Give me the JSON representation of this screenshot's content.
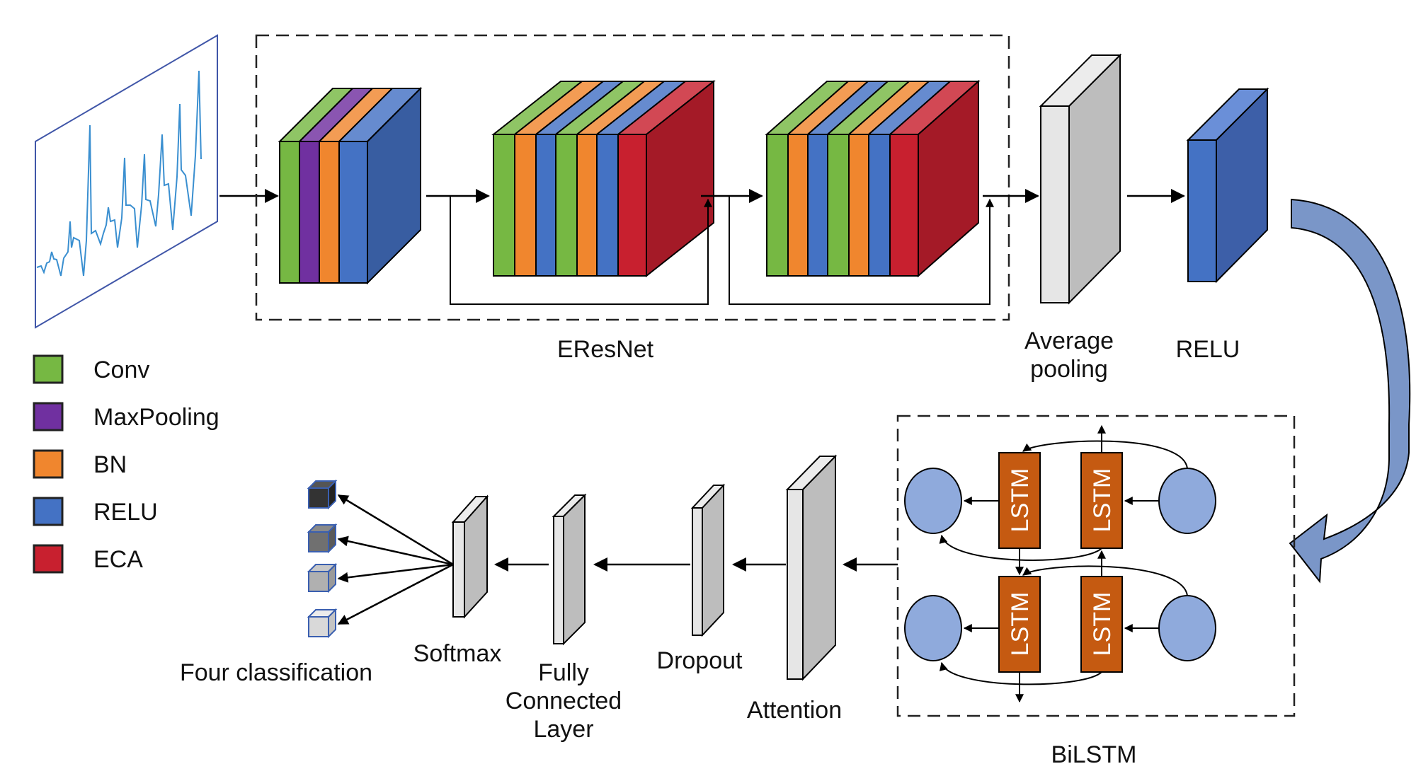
{
  "colors": {
    "conv": "#76b843",
    "maxpooling": "#7030a0",
    "bn": "#f0862e",
    "relu": "#4472c4",
    "eca": "#c8202f",
    "lstm": "#c55a11",
    "node": "#8faadc",
    "gray_front": "#e6e6e6",
    "gray_side": "#bdbdbd",
    "signal": "#3a8fd0",
    "frame": "#4056a8",
    "flow_arrow": "#7a96c8"
  },
  "legend": [
    {
      "key": "conv",
      "label": "Conv"
    },
    {
      "key": "maxpooling",
      "label": "MaxPooling"
    },
    {
      "key": "bn",
      "label": "BN"
    },
    {
      "key": "relu",
      "label": "RELU"
    },
    {
      "key": "eca",
      "label": "ECA"
    }
  ],
  "blocks": {
    "block1_layers": [
      "conv",
      "maxpooling",
      "bn",
      "relu"
    ],
    "block2_layers": [
      "conv",
      "bn",
      "relu",
      "conv",
      "bn",
      "relu",
      "eca"
    ],
    "block3_layers": [
      "conv",
      "bn",
      "relu",
      "conv",
      "bn",
      "relu",
      "eca"
    ]
  },
  "labels": {
    "eresnet": "EResNet",
    "avgpool_line1": "Average",
    "avgpool_line2": "pooling",
    "relu": "RELU",
    "bilstm": "BiLSTM",
    "lstm": "LSTM",
    "attention": "Attention",
    "dropout": "Dropout",
    "fc_line1": "Fully",
    "fc_line2": "Connected",
    "fc_line3": "Layer",
    "softmax": "Softmax",
    "four_class": "Four classification"
  },
  "output_classes": [
    {
      "front": "#333333",
      "top": "#555555",
      "side": "#222222"
    },
    {
      "front": "#707070",
      "top": "#8a8a8a",
      "side": "#5a5a5a"
    },
    {
      "front": "#b0b0b0",
      "top": "#c8c8c8",
      "side": "#9a9a9a"
    },
    {
      "front": "#d9d9d9",
      "top": "#ececec",
      "side": "#c4c4c4"
    }
  ]
}
